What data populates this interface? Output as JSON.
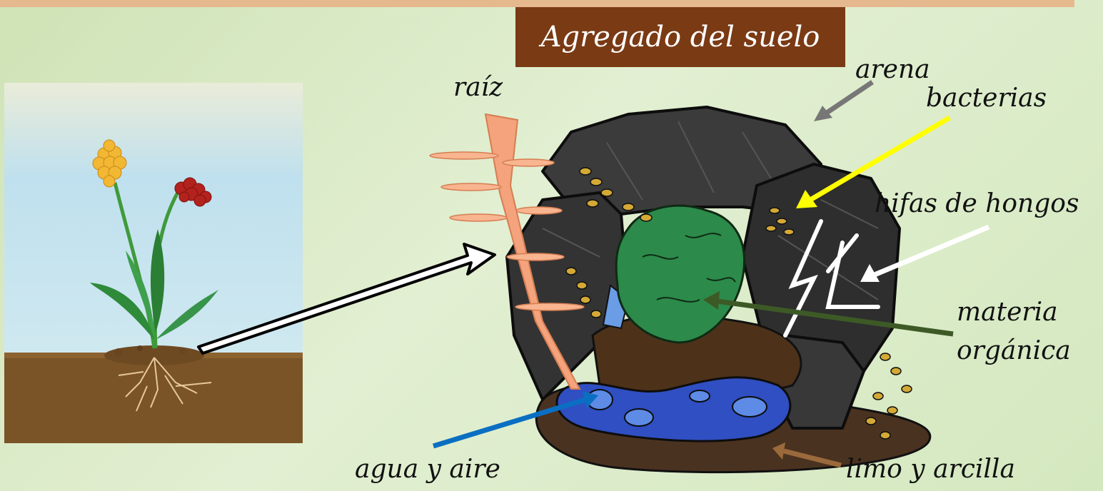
{
  "title": "Agregado del suelo",
  "labels": {
    "raiz": "raíz",
    "arena": "arena",
    "bacterias": "bacterias",
    "hifas": "hifas de hongos",
    "materia_line1": "materia",
    "materia_line2": "orgánica",
    "agua": "agua y aire",
    "limo": "limo y arcilla"
  },
  "colors": {
    "title_bg": "#7a3a14",
    "arena_arrow": "#777777",
    "bacterias_arrow": "#ffff00",
    "hifas_arrow": "#ffffff",
    "materia_arrow": "#3d5a26",
    "agua_arrow": "#0a6fc2",
    "limo_arrow": "#9a6a3c"
  },
  "icons": [
    "plant-illustration",
    "soil-aggregate-illustration",
    "zoom-arrow"
  ]
}
